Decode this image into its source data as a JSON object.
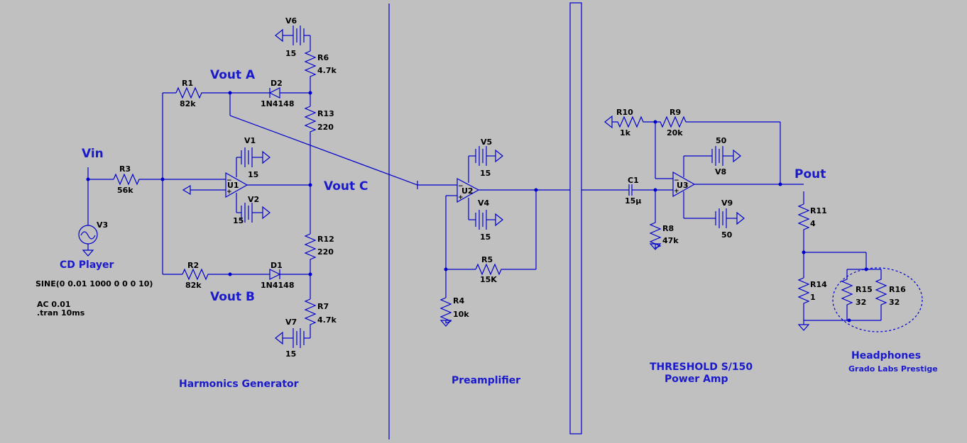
{
  "sections": {
    "harmonics": "Harmonics Generator",
    "preamp": "Preamplifier",
    "poweramp_line1": "THRESHOLD S/150",
    "poweramp_line2": "Power Amp",
    "headphones": "Headphones",
    "headphones_model": "Grado Labs Prestige"
  },
  "nets": {
    "vin": "Vin",
    "vout_a": "Vout A",
    "vout_b": "Vout B",
    "vout_c": "Vout C",
    "pout": "Pout"
  },
  "source": {
    "name": "V3",
    "label": "CD Player",
    "sine": "SINE(0 0.01 1000 0 0 0 10)",
    "ac": "AC 0.01",
    "tran": ".tran 10ms"
  },
  "resistors": {
    "R1": {
      "name": "R1",
      "value": "82k"
    },
    "R2": {
      "name": "R2",
      "value": "82k"
    },
    "R3": {
      "name": "R3",
      "value": "56k"
    },
    "R4": {
      "name": "R4",
      "value": "10k"
    },
    "R5": {
      "name": "R5",
      "value": "15K"
    },
    "R6": {
      "name": "R6",
      "value": "4.7k"
    },
    "R7": {
      "name": "R7",
      "value": "4.7k"
    },
    "R8": {
      "name": "R8",
      "value": "47k"
    },
    "R9": {
      "name": "R9",
      "value": "20k"
    },
    "R10": {
      "name": "R10",
      "value": "1k"
    },
    "R11": {
      "name": "R11",
      "value": "4"
    },
    "R12": {
      "name": "R12",
      "value": "220"
    },
    "R13": {
      "name": "R13",
      "value": "220"
    },
    "R14": {
      "name": "R14",
      "value": "1"
    },
    "R15": {
      "name": "R15",
      "value": "32"
    },
    "R16": {
      "name": "R16",
      "value": "32"
    }
  },
  "supplies": {
    "V1": {
      "name": "V1",
      "value": "15"
    },
    "V2": {
      "name": "V2",
      "value": "15"
    },
    "V4": {
      "name": "V4",
      "value": "15"
    },
    "V5": {
      "name": "V5",
      "value": "15"
    },
    "V6": {
      "name": "V6",
      "value": "15"
    },
    "V7": {
      "name": "V7",
      "value": "15"
    },
    "V8": {
      "name": "V8",
      "value": "50"
    },
    "V9": {
      "name": "V9",
      "value": "50"
    }
  },
  "diodes": {
    "D1": {
      "name": "D1",
      "value": "1N4148"
    },
    "D2": {
      "name": "D2",
      "value": "1N4148"
    }
  },
  "capacitors": {
    "C1": {
      "name": "C1",
      "value": "15µ"
    }
  },
  "opamps": {
    "U1": "U1",
    "U2": "U2",
    "U3": "U3"
  },
  "pin_marks": {
    "plus": "+",
    "minus": "−"
  },
  "colors": {
    "background": "#c0c0c0",
    "wire": "#0000cc",
    "label_blue": "#1a1acc"
  }
}
